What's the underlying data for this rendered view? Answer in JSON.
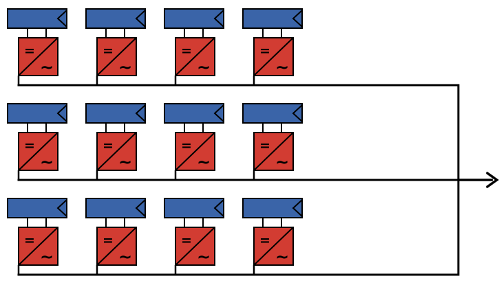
{
  "diagram": {
    "rows": [
      {
        "units": [
          "unit-1",
          "unit-2",
          "unit-3",
          "unit-4"
        ]
      },
      {
        "units": [
          "unit-1",
          "unit-2",
          "unit-3",
          "unit-4"
        ]
      },
      {
        "units": [
          "unit-1",
          "unit-2",
          "unit-3",
          "unit-4"
        ]
      }
    ],
    "inverter_symbols": {
      "dc": "=",
      "ac": "~"
    },
    "colors": {
      "panel": "#3a64a8",
      "inverter": "#d23c32",
      "wire": "#000000",
      "background": "#ffffff"
    },
    "icons": {
      "panel": "solar-panel-icon",
      "inverter": "dc-ac-inverter-icon",
      "output": "output-arrow-icon"
    }
  }
}
